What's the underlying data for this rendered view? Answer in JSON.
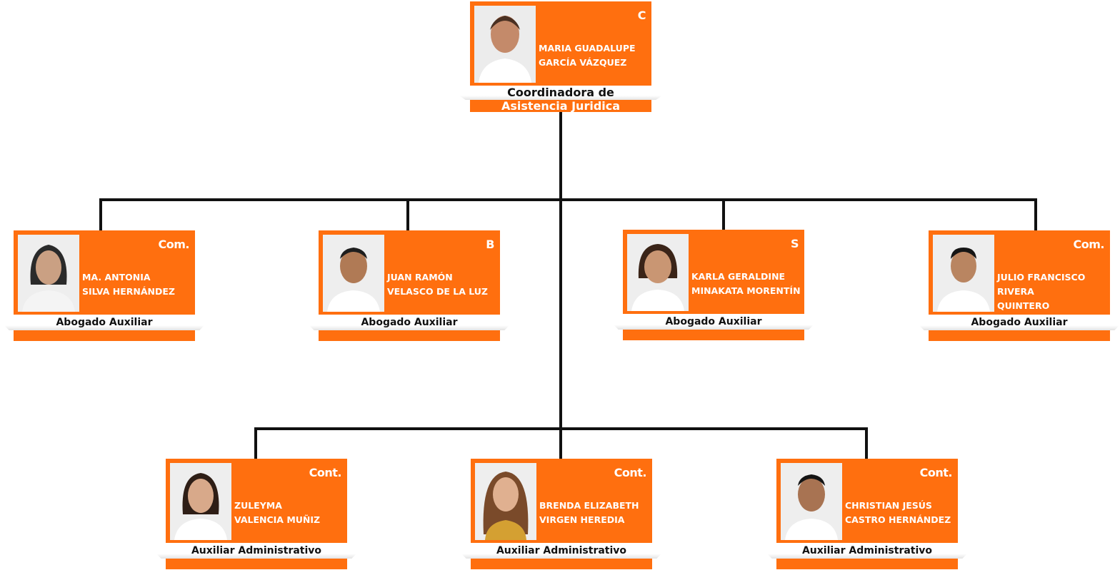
{
  "accent_color": "#ff6f0f",
  "line_color": "#111111",
  "coordinator": {
    "badge": "C",
    "name_line1": "MARIA GUADALUPE",
    "name_line2": "GARCÍA VÁZQUEZ",
    "title_line1": "Coordinadora de",
    "title_line2": "Asistencia Juridica"
  },
  "lawyers": [
    {
      "badge": "Com.",
      "name": [
        "MA. ANTONIA",
        "SILVA HERNÁNDEZ"
      ],
      "title": "Abogado Auxiliar"
    },
    {
      "badge": "B",
      "name": [
        "JUAN RAMÓN",
        "VELASCO DE LA LUZ"
      ],
      "title": "Abogado Auxiliar"
    },
    {
      "badge": "S",
      "name": [
        "KARLA GERALDINE",
        "MINAKATA MORENTÍN"
      ],
      "title": "Abogado Auxiliar"
    },
    {
      "badge": "Com.",
      "name": [
        "JULIO FRANCISCO",
        "RIVERA",
        "QUINTERO"
      ],
      "title": "Abogado Auxiliar"
    }
  ],
  "assistants": [
    {
      "badge": "Cont.",
      "name": [
        "ZULEYMA",
        "VALENCIA MUÑIZ"
      ],
      "title": "Auxiliar Administrativo"
    },
    {
      "badge": "Cont.",
      "name": [
        "BRENDA ELIZABETH",
        "VIRGEN HEREDIA"
      ],
      "title": "Auxiliar Administrativo"
    },
    {
      "badge": "Cont.",
      "name": [
        "CHRISTIAN JESÚS",
        "CASTRO HERNÁNDEZ"
      ],
      "title": "Auxiliar Administrativo"
    }
  ]
}
